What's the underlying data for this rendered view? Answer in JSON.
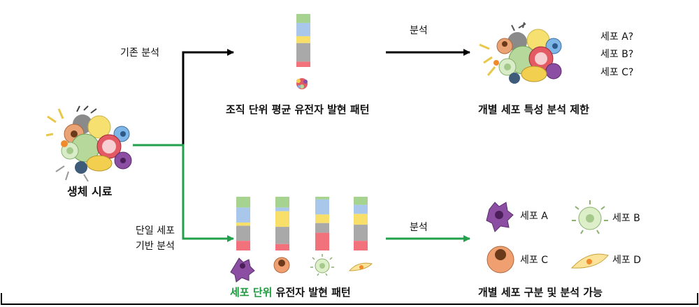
{
  "labels": {
    "sample": "생체 시료",
    "conventional_path": "기존 분석",
    "single_cell_path_line1": "단일 세포",
    "single_cell_path_line2": "기반 분석",
    "analysis_top": "분석",
    "analysis_bottom": "분석",
    "bulk_pattern": "조직 단위 평균 유전자 발현 패턴",
    "bulk_result": "개별 세포 특성 분석 제한",
    "cell_pattern_highlight": "세포 단위",
    "cell_pattern_rest": " 유전자 발현 패턴",
    "cell_result": "개별 세포 구분 및 분석 가능"
  },
  "unknown_cells": [
    "세포 A?",
    "세포 B?",
    "세포 C?"
  ],
  "legend": [
    {
      "label": "세포 A",
      "icon": "purple-spiky-cell-icon"
    },
    {
      "label": "세포 B",
      "icon": "green-ciliated-cell-icon"
    },
    {
      "label": "세포 C",
      "icon": "orange-round-cell-icon"
    },
    {
      "label": "세포 D",
      "icon": "yellow-elongated-cell-icon"
    }
  ],
  "colors": {
    "conventional_arrow": "#000000",
    "single_cell_arrow": "#22a04b",
    "highlight_text": "#1f9a3e",
    "bar_green": "#a6d38f",
    "bar_blue": "#a9c7ea",
    "bar_yellow": "#f8df6a",
    "bar_gray": "#a9a9a9",
    "bar_red": "#f2727c"
  },
  "expression_bars": {
    "bulk": [
      {
        "color": "green",
        "fraction": 0.17
      },
      {
        "color": "blue",
        "fraction": 0.25
      },
      {
        "color": "yellow",
        "fraction": 0.13
      },
      {
        "color": "gray",
        "fraction": 0.35
      },
      {
        "color": "red",
        "fraction": 0.1
      }
    ],
    "cells": [
      [
        {
          "color": "green",
          "fraction": 0.2
        },
        {
          "color": "blue",
          "fraction": 0.28
        },
        {
          "color": "yellow",
          "fraction": 0.06
        },
        {
          "color": "gray",
          "fraction": 0.28
        },
        {
          "color": "red",
          "fraction": 0.18
        }
      ],
      [
        {
          "color": "green",
          "fraction": 0.2
        },
        {
          "color": "blue",
          "fraction": 0.07
        },
        {
          "color": "yellow",
          "fraction": 0.29
        },
        {
          "color": "gray",
          "fraction": 0.32
        },
        {
          "color": "red",
          "fraction": 0.12
        }
      ],
      [
        {
          "color": "green",
          "fraction": 0.05
        },
        {
          "color": "blue",
          "fraction": 0.28
        },
        {
          "color": "yellow",
          "fraction": 0.16
        },
        {
          "color": "gray",
          "fraction": 0.18
        },
        {
          "color": "red",
          "fraction": 0.33
        }
      ],
      [
        {
          "color": "green",
          "fraction": 0.15
        },
        {
          "color": "blue",
          "fraction": 0.17
        },
        {
          "color": "yellow",
          "fraction": 0.2
        },
        {
          "color": "gray",
          "fraction": 0.3
        },
        {
          "color": "red",
          "fraction": 0.18
        }
      ]
    ]
  }
}
